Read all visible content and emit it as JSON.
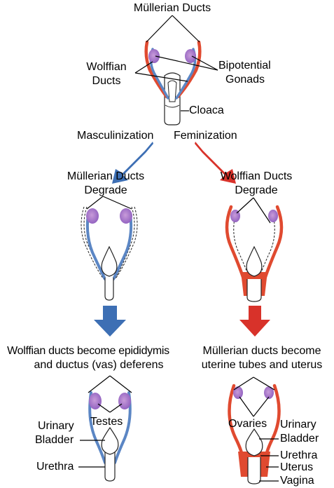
{
  "colors": {
    "mullerian": "#e04a30",
    "wolffian": "#5b86c4",
    "gonad": "#8f5fbf",
    "arrow_blue": "#3d6fb4",
    "arrow_red": "#d8322a",
    "outline": "#222222"
  },
  "top": {
    "mullerian_ducts": "Müllerian Ducts",
    "wolffian_ducts_1": "Wolffian",
    "wolffian_ducts_2": "Ducts",
    "bipotential_1": "Bipotential",
    "bipotential_2": "Gonads",
    "cloaca": "Cloaca"
  },
  "branches": {
    "masculinization": "Masculinization",
    "feminization": "Feminization"
  },
  "male": {
    "degrade_1": "Müllerian Ducts",
    "degrade_2": "Degrade",
    "become_1": "Wolffian ducts become epididymis",
    "become_2": "and ductus (vas) deferens",
    "testes": "Testes",
    "urinary_1": "Urinary",
    "urinary_2": "Bladder",
    "urethra": "Urethra"
  },
  "female": {
    "degrade_1": "Wolffian Ducts",
    "degrade_2": "Degrade",
    "become_1": "Müllerian ducts become",
    "become_2": "uterine tubes and uterus",
    "ovaries": "Ovaries",
    "urinary_1": "Urinary",
    "urinary_2": "Bladder",
    "urethra": "Urethra",
    "uterus": "Uterus",
    "vagina": "Vagina"
  }
}
